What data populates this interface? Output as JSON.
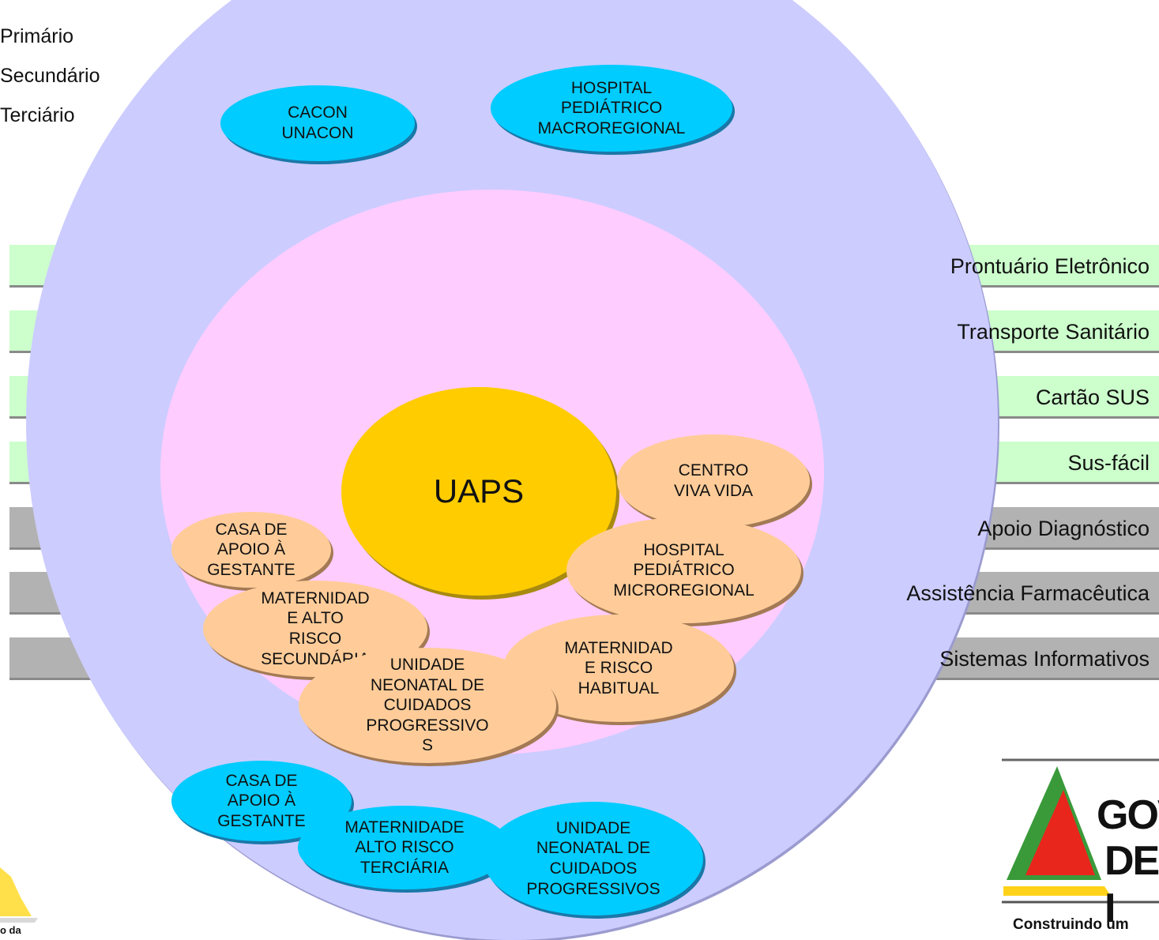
{
  "legend": [
    "Primário",
    "Secundário",
    "Terciário"
  ],
  "bars": [
    {
      "label": "Prontuário Eletrônico",
      "color": "#ccffcc"
    },
    {
      "label": "Transporte Sanitário",
      "color": "#ccffcc"
    },
    {
      "label": "Cartão SUS",
      "color": "#ccffcc"
    },
    {
      "label": "Sus-fácil",
      "color": "#ccffcc"
    },
    {
      "label": "Apoio Diagnóstico",
      "color": "#b2b2b2"
    },
    {
      "label": "Assistência Farmacêutica",
      "color": "#b2b2b2"
    },
    {
      "label": "Sistemas Informativos",
      "color": "#b2b2b2"
    }
  ],
  "tertiary_units": {
    "cacon": "CACON\nUNACON",
    "hospital_macro": "HOSPITAL\nPEDIÁTRICO\nMACROREGIONAL",
    "casa_apoio": "CASA DE\nAPOIO À\nGESTANTE",
    "maternidade_terciaria": "MATERNIDADE\nALTO RISCO\nTERCIÁRIA",
    "unidade_neonatal": "UNIDADE\nNEONATAL DE\nCUIDADOS\nPROGRESSIVOS"
  },
  "secondary_units": {
    "centro_viva_vida": "CENTRO\nVIVA VIDA",
    "hospital_micro": "HOSPITAL\nPEDIÁTRICO\nMICROREGIONAL",
    "casa_apoio": "CASA DE\nAPOIO À\nGESTANTE",
    "maternidade_secundaria": "MATERNIDAD\nE ALTO\nRISCO\nSECUNDÁRIA",
    "maternidade_habitual": "MATERNIDAD\nE RISCO\nHABITUAL",
    "unidade_neonatal": "UNIDADE\nNEONATAL DE\nCUIDADOS\nPROGRESSIVO\nS"
  },
  "primary_unit": "UAPS",
  "colors": {
    "tertiary_circle": "#ccccff",
    "secondary_circle": "#ffccff",
    "primary": "#ffcc00",
    "tertiary_unit": "#00ccff",
    "secondary_unit": "#ffcc99",
    "logo_red": "#e8261c",
    "logo_green": "#3a9a3a",
    "logo_yellow": "#ffd21a"
  },
  "logo": {
    "right_text_1": "GOV",
    "right_text_2": "DE I",
    "right_tagline": "Construindo um",
    "left_tagline": "o da"
  }
}
